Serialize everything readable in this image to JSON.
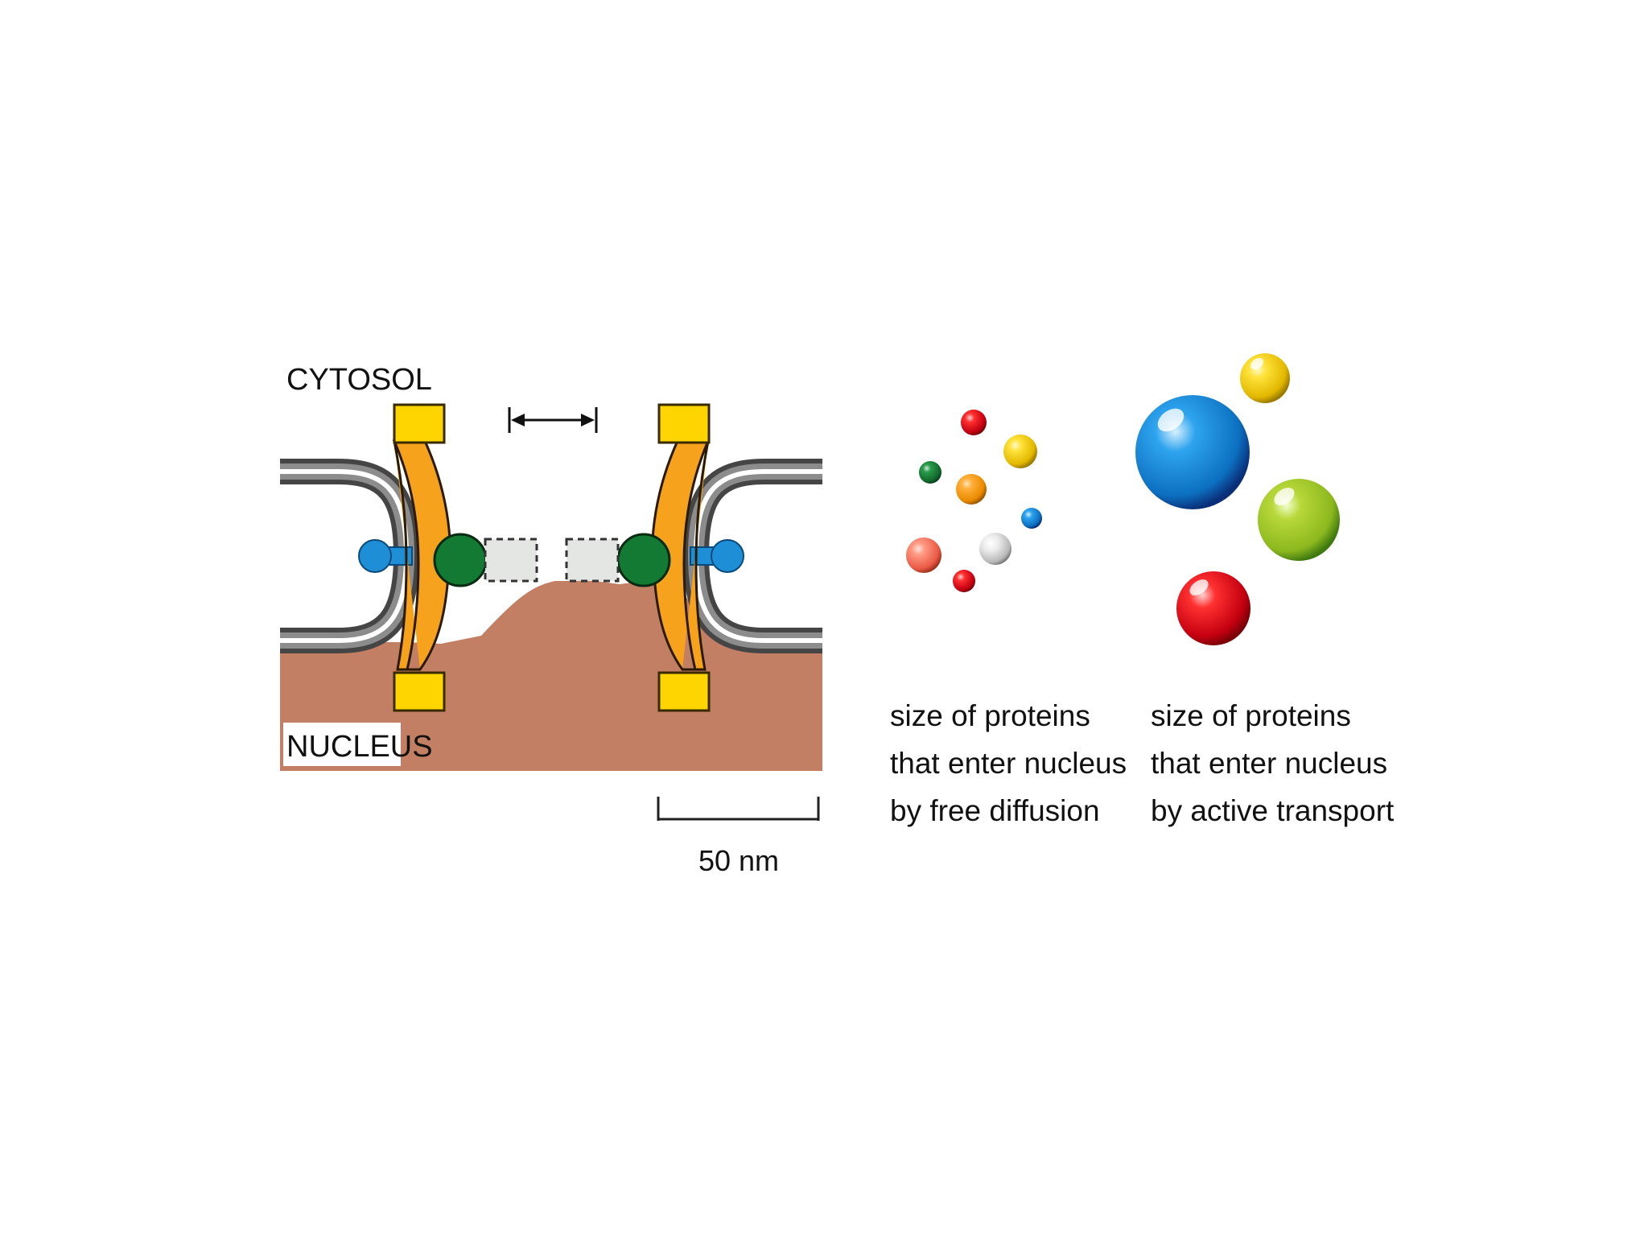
{
  "labels": {
    "cytosol": "CYTOSOL",
    "nucleus": "NUCLEUS",
    "scale_bar": "50 nm"
  },
  "captions": {
    "free_diffusion": [
      "size of proteins",
      "that enter nucleus",
      "by free diffusion"
    ],
    "active_transport": [
      "size of proteins",
      "that enter nucleus",
      "by active transport"
    ]
  },
  "colors": {
    "nucleus_fill": "#C27F64",
    "membrane": "#6E6E6E",
    "ring_orange": "#F7A21C",
    "ring_yellow": "#FFD500",
    "fibril_green": "#137A33",
    "lumen_blue": "#1E8FD6",
    "channel_gray": "#E3E6E3"
  },
  "small_proteins": [
    "red",
    "yellow",
    "green",
    "orange",
    "salmon",
    "blue",
    "white",
    "red"
  ],
  "large_proteins": [
    "blue",
    "yellow",
    "green",
    "red"
  ]
}
